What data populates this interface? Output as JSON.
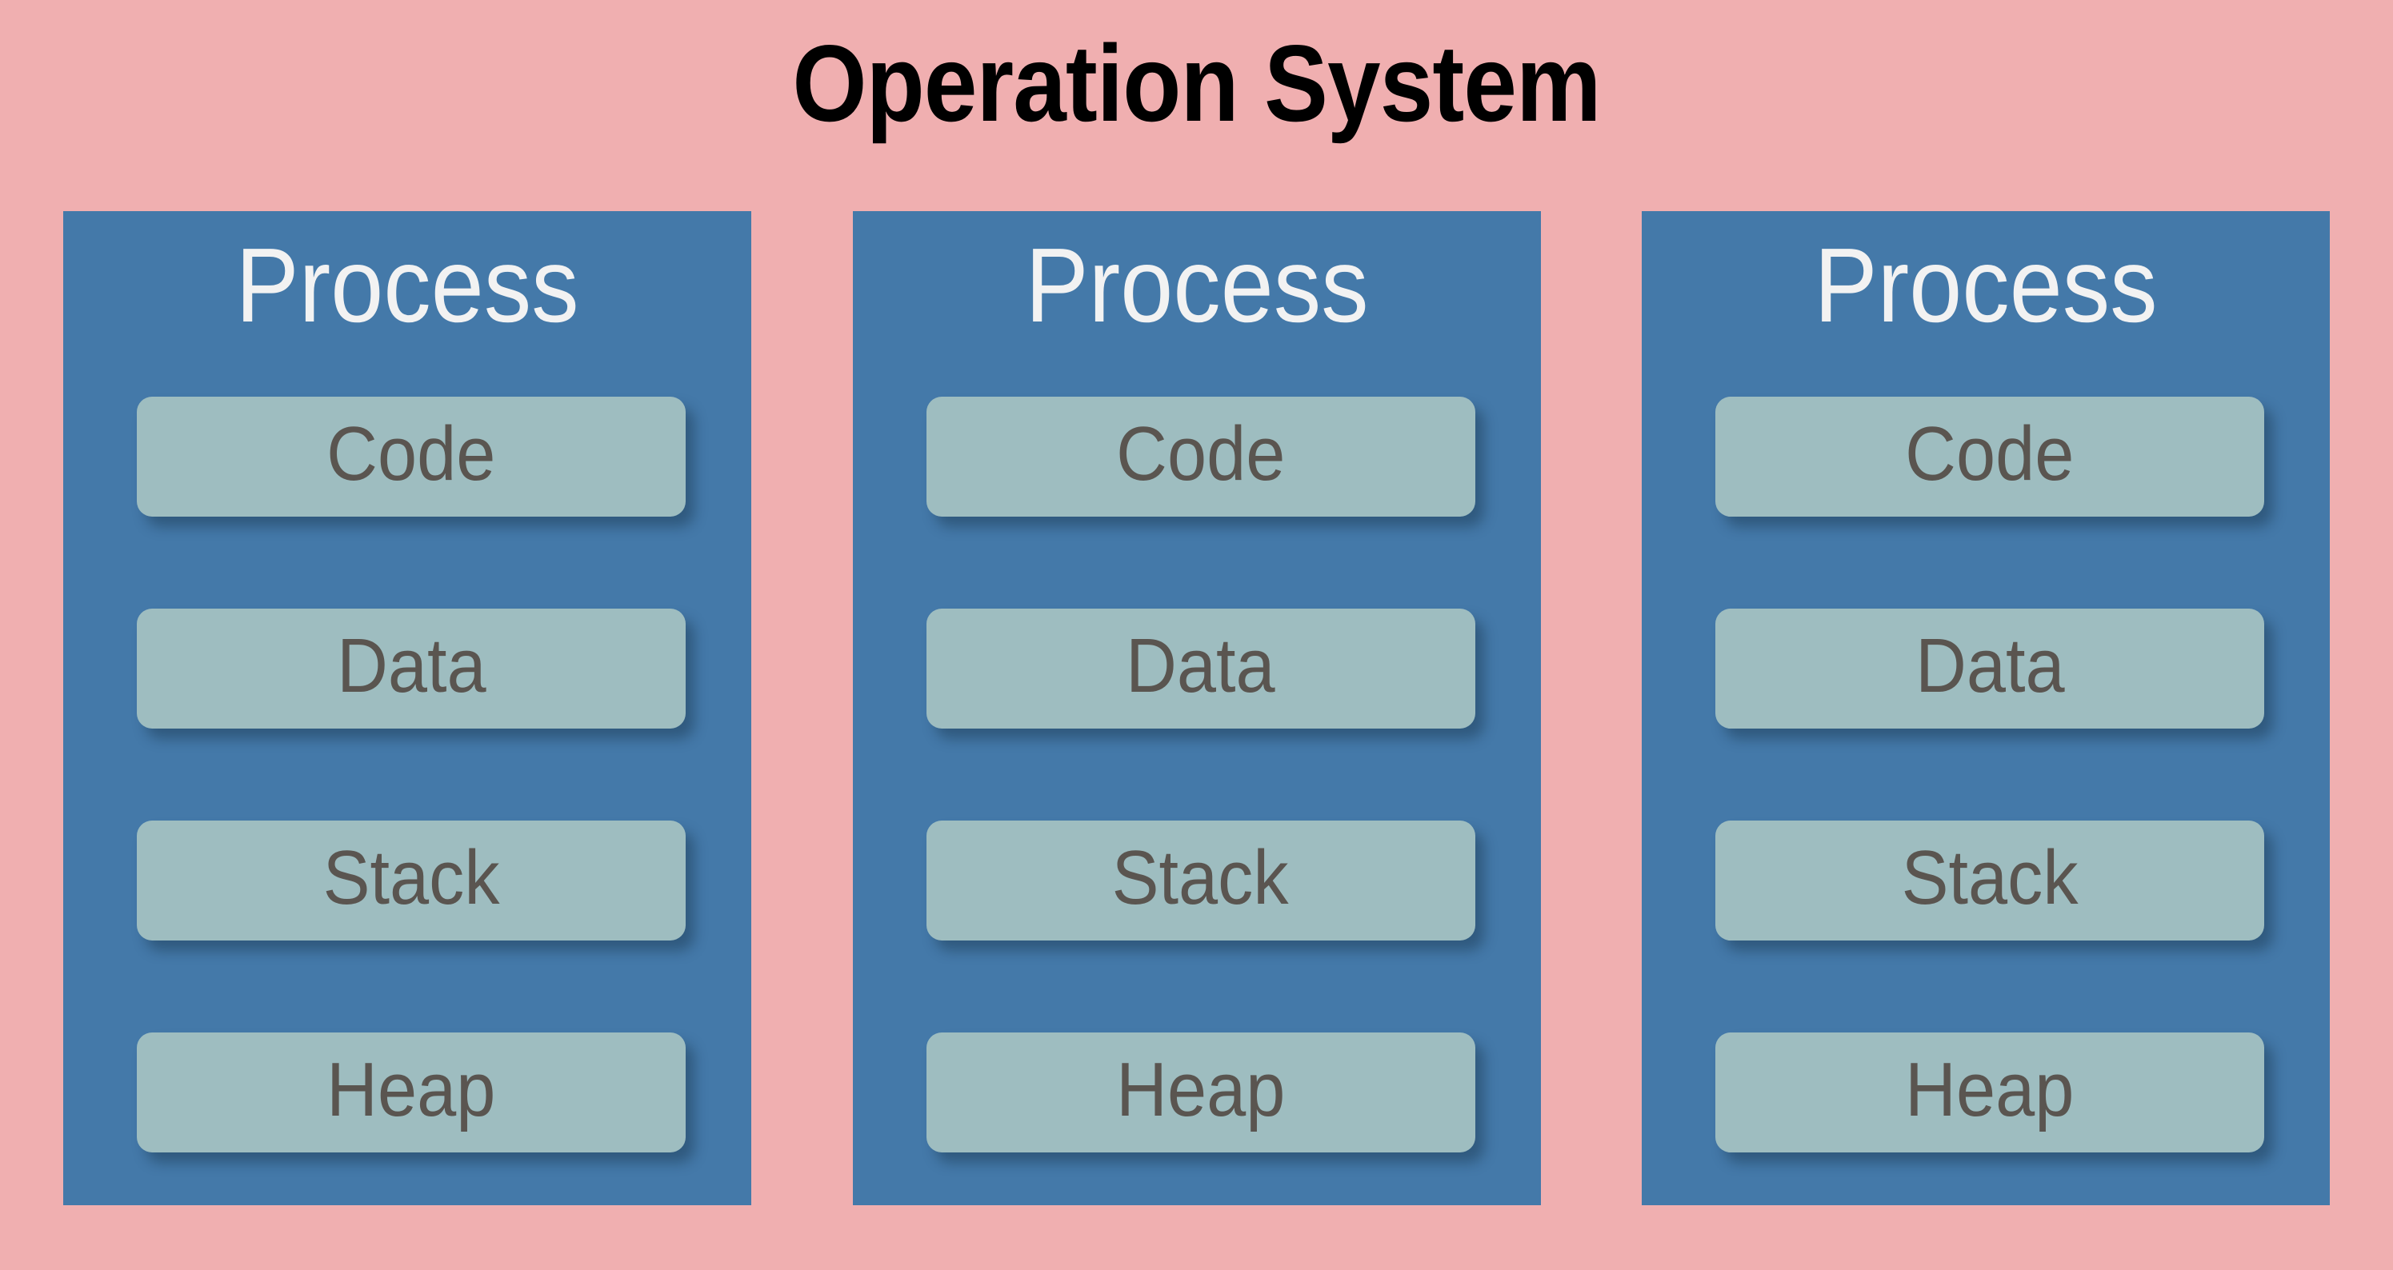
{
  "diagram": {
    "title": "Operation System",
    "background_color": "#f0afb0",
    "process_color": "#4479a9",
    "segment_color": "#9ebdc0",
    "title_color": "#000000",
    "process_label_color": "#f2f2f2",
    "segment_label_color": "#5a5550",
    "processes": [
      {
        "heading": "Process",
        "segments": [
          {
            "label": "Code"
          },
          {
            "label": "Data"
          },
          {
            "label": "Stack"
          },
          {
            "label": "Heap"
          }
        ]
      },
      {
        "heading": "Process",
        "segments": [
          {
            "label": "Code"
          },
          {
            "label": "Data"
          },
          {
            "label": "Stack"
          },
          {
            "label": "Heap"
          }
        ]
      },
      {
        "heading": "Process",
        "segments": [
          {
            "label": "Code"
          },
          {
            "label": "Data"
          },
          {
            "label": "Stack"
          },
          {
            "label": "Heap"
          }
        ]
      }
    ]
  }
}
